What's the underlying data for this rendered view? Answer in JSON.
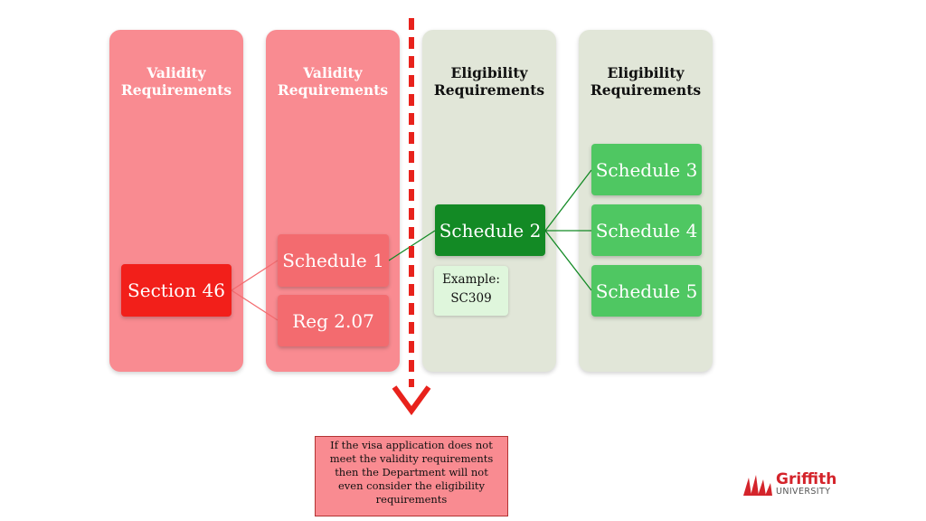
{
  "columns": [
    {
      "title_line1": "Validity",
      "title_line2": "Requirements"
    },
    {
      "title_line1": "Validity",
      "title_line2": "Requirements"
    },
    {
      "title_line1": "Eligibility",
      "title_line2": "Requirements"
    },
    {
      "title_line1": "Eligibility",
      "title_line2": "Requirements"
    }
  ],
  "nodes": {
    "section46": "Section 46",
    "schedule1": "Schedule 1",
    "reg207": "Reg 2.07",
    "schedule2": "Schedule 2",
    "schedule3": "Schedule 3",
    "schedule4": "Schedule 4",
    "schedule5": "Schedule 5"
  },
  "example": {
    "line1": "Example:",
    "line2": "SC309"
  },
  "note": {
    "lines": [
      "If the visa application does not",
      "meet the validity requirements",
      "then the Department will not",
      "even consider the eligibility",
      "requirements"
    ]
  },
  "logo": {
    "word": "Griffith",
    "sub": "UNIVERSITY"
  },
  "colors": {
    "validity_column": "#f98b91",
    "eligibility_column": "#e1e6d8",
    "section_node": "#f21f1a",
    "schedule1_node": "#f36b6f",
    "schedule2_node": "#138a25",
    "schedule_3_5_nodes": "#4fc762",
    "divider": "#e8221c"
  }
}
